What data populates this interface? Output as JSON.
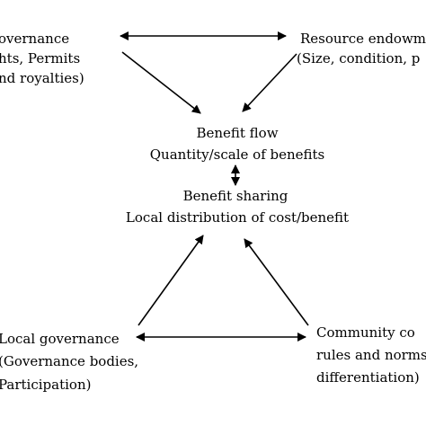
{
  "diagram": {
    "top_left": {
      "lines": [
        "overnance",
        "hts, Permits",
        "nd royalties)"
      ]
    },
    "top_right": {
      "lines": [
        "Resource endowm",
        "(Size, condition, p"
      ]
    },
    "center_top": {
      "lines": [
        "Benefit flow",
        "Quantity/scale of benefits"
      ]
    },
    "center_bottom": {
      "lines": [
        "Benefit sharing",
        "Local distribution of cost/benefit"
      ]
    },
    "bottom_left": {
      "lines": [
        "Local governance",
        "(Governance bodies,",
        "Participation)"
      ]
    },
    "bottom_right": {
      "lines": [
        "Community co",
        "rules and norms",
        "differentiation)"
      ]
    }
  },
  "colors": {
    "text": "#000000",
    "arrows": "#000000",
    "background": "#ffffff"
  }
}
